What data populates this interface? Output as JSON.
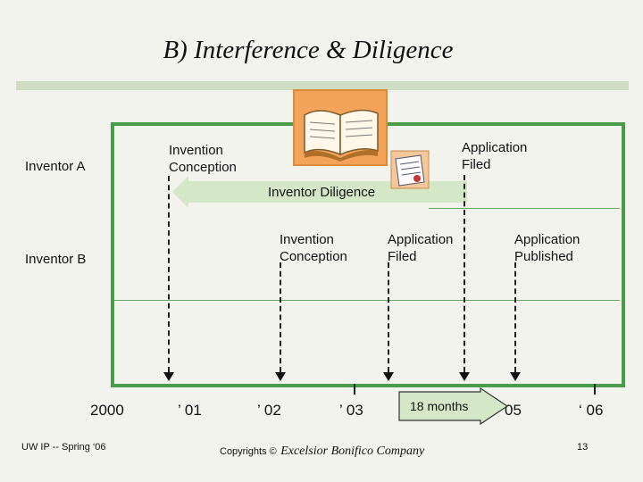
{
  "slide": {
    "title": "B)  Interference & Diligence",
    "inventor_a": {
      "label": "Inventor A",
      "conception": [
        "Invention",
        "Conception"
      ],
      "filed": [
        "Application",
        "Filed"
      ],
      "diligence": "Inventor Diligence"
    },
    "inventor_b": {
      "label": "Inventor B",
      "conception": [
        "Invention",
        "Conception"
      ],
      "filed": [
        "Application",
        "Filed"
      ],
      "published": [
        "Application",
        "Published"
      ]
    },
    "timeline": {
      "years": [
        "2000",
        "’ 01",
        "’ 02",
        "’ 03",
        "05",
        "‘ 06"
      ],
      "months_label": "18 months"
    },
    "footer": {
      "left": "UW IP -- Spring ‘06",
      "copyright_prefix": "Copyrights ©",
      "copyright_company": "Excelsior Bonifico Company",
      "page": "13"
    },
    "colors": {
      "frame": "#4a9b4a",
      "rule": "#cfddc4",
      "arrow_fill": "#d4e8c8",
      "book_bg": "#f4a35a"
    },
    "icons": [
      "open-book-icon",
      "document-icon"
    ]
  }
}
